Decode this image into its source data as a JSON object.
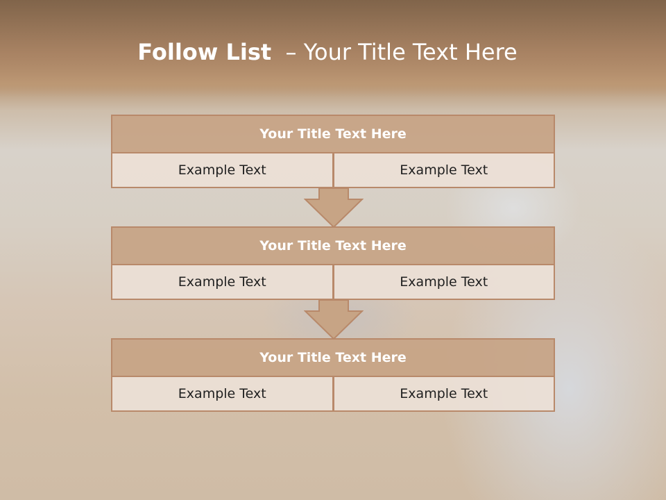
{
  "slide": {
    "title_bold": "Follow List",
    "title_rest": "  – Your Title Text Here"
  },
  "blocks": [
    {
      "title": "Your Title Text Here",
      "left": "Example Text",
      "right": "Example Text"
    },
    {
      "title": "Your Title Text Here",
      "left": "Example Text",
      "right": "Example Text"
    },
    {
      "title": "Your Title Text Here",
      "left": "Example Text",
      "right": "Example Text"
    }
  ],
  "colors": {
    "header_fill": "#c7a485",
    "border": "#b8896a",
    "cell_fill": "#ece0d6"
  }
}
